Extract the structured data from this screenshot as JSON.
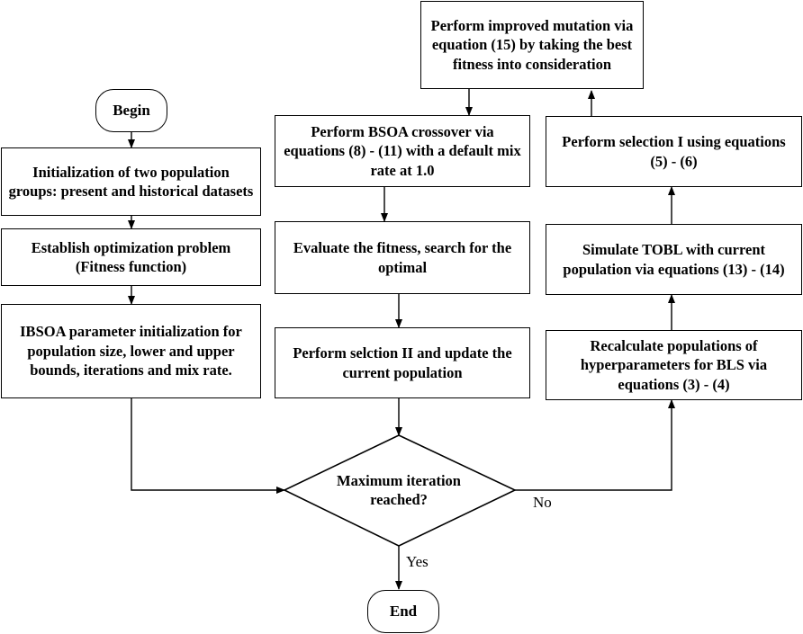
{
  "nodes": {
    "begin": "Begin",
    "end": "End",
    "init_groups": "Initialization of two population groups: present and historical datasets",
    "establish_problem": "Establish optimization problem (Fitness function)",
    "param_init": "IBSOA parameter initialization for population size, lower and upper bounds, iterations and mix rate.",
    "crossover": "Perform BSOA crossover via equations (8) - (11) with a default mix rate at 1.0",
    "evaluate": "Evaluate the fitness, search for the optimal",
    "selection_ii": "Perform selction II and update the current population",
    "mutation": "Perform improved mutation via equation (15) by taking the best fitness into consideration",
    "selection_i": "Perform selection I using equations (5) - (6)",
    "tobl": "Simulate TOBL with current population via equations (13) - (14)",
    "recalculate": "Recalculate populations of hyperparameters for BLS via equations (3) - (4)",
    "decision": "Maximum iteration reached?"
  },
  "edge_labels": {
    "no": "No",
    "yes": "Yes"
  }
}
